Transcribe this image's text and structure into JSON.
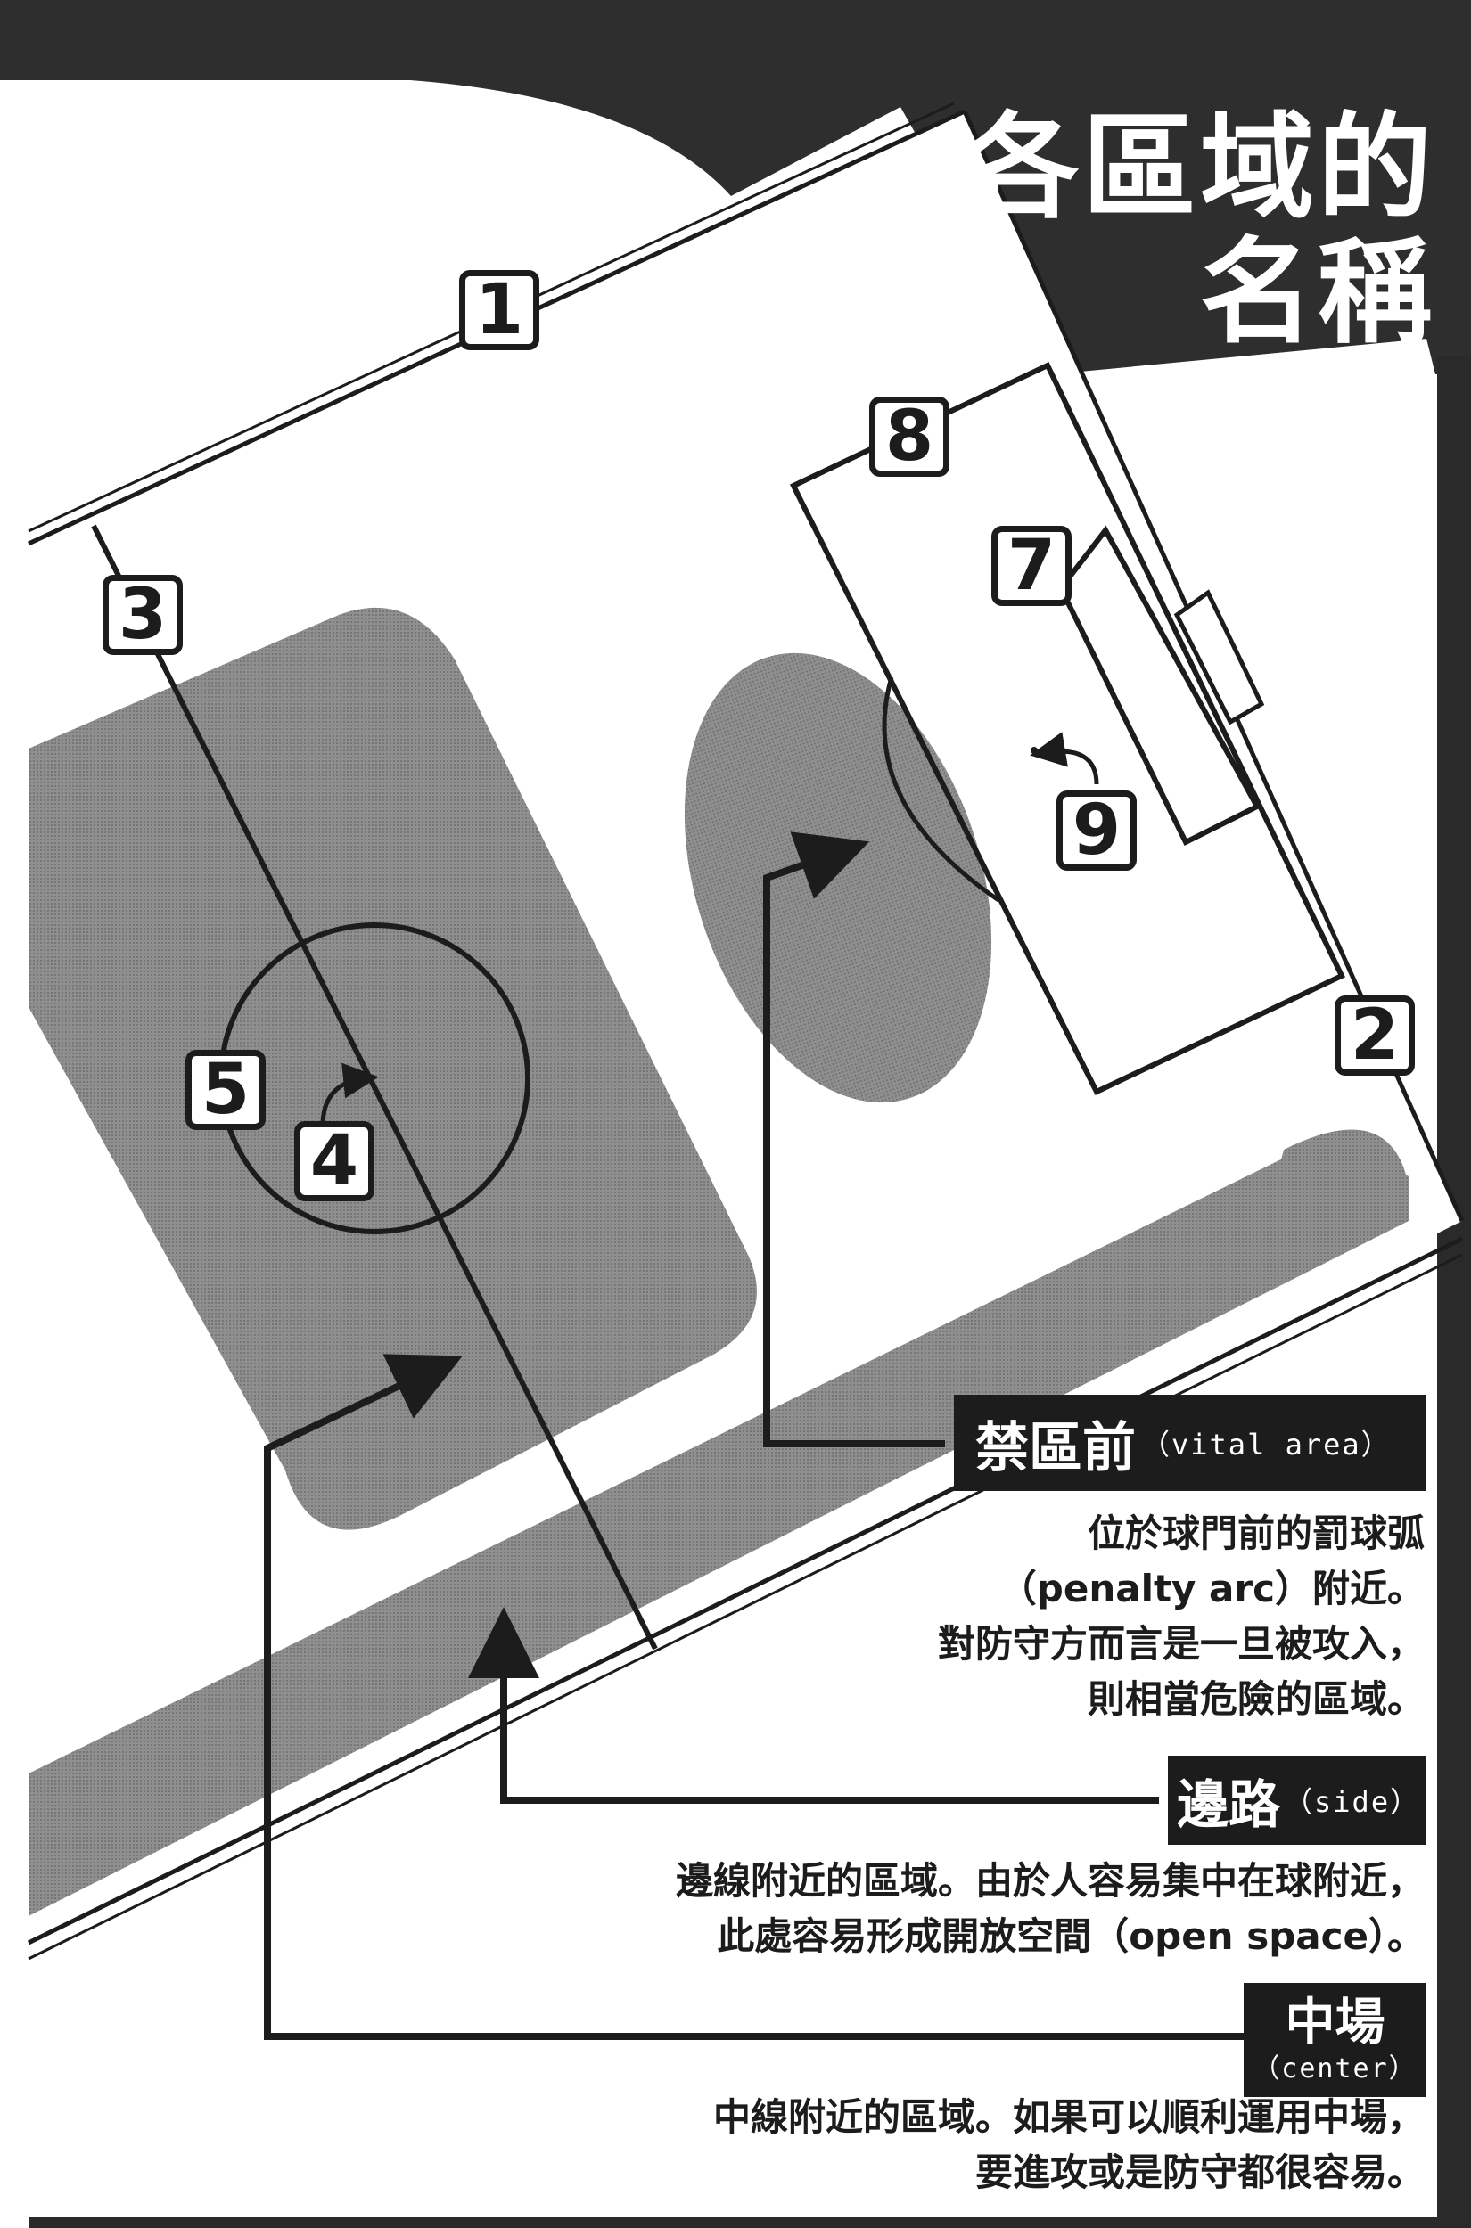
{
  "title": {
    "line1": "各區域的",
    "line2": "名稱"
  },
  "markers": [
    "1",
    "2",
    "3",
    "4",
    "5",
    "7",
    "8",
    "9"
  ],
  "areas": {
    "vital": {
      "name": "禁區前",
      "name_en": "（vital area）",
      "desc": [
        "位於球門前的罰球弧",
        "（penalty arc）附近。",
        "對防守方而言是一旦被攻入，",
        "則相當危險的區域。"
      ]
    },
    "side": {
      "name": "邊路",
      "name_en": "（side）",
      "desc": [
        "邊線附近的區域。由於人容易集中在球附近，",
        "此處容易形成開放空間（open space）。"
      ]
    },
    "center": {
      "name": "中場",
      "name_en": "（center）",
      "desc": [
        "中線附近的區域。如果可以順利運用中場，",
        "要進攻或是防守都很容易。"
      ]
    }
  },
  "colors": {
    "ink": "#1c1c1c",
    "dark_band": "#3a3a3a",
    "zone_gray": "#8a8a8a",
    "paper": "#ffffff"
  }
}
